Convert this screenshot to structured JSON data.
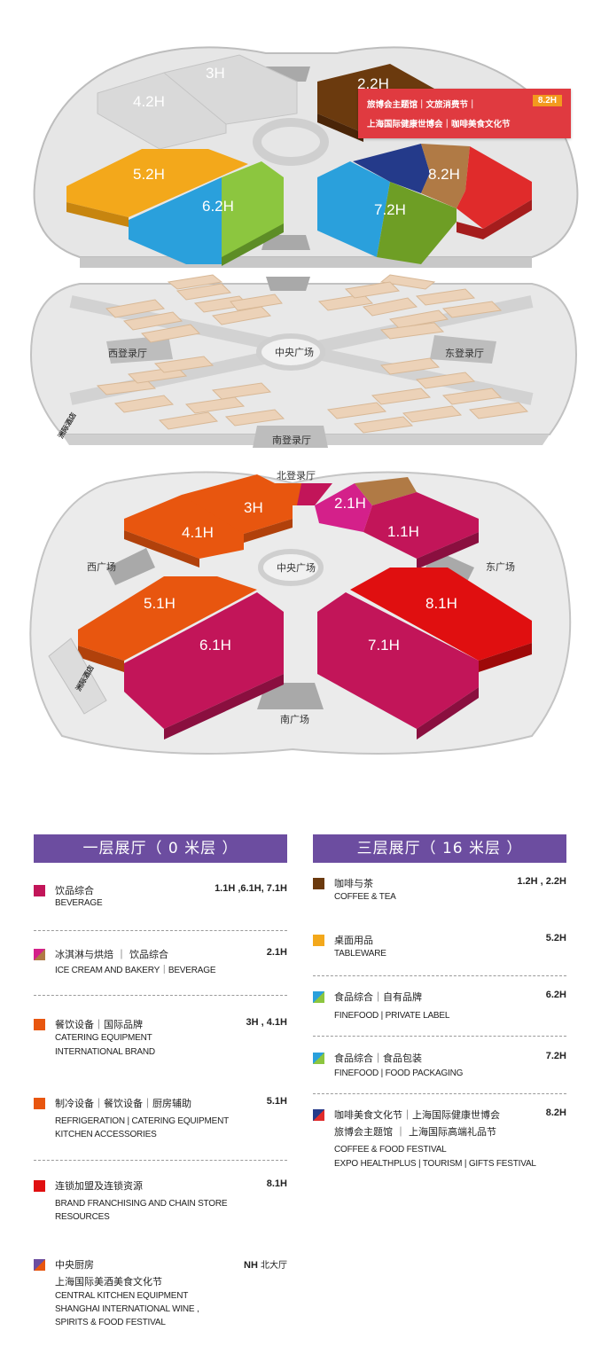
{
  "colors": {
    "gray": "#dcdcdc",
    "gray_dark": "#a9a9a9",
    "beige": "#ecd2b8",
    "brown": "#6b3a0e",
    "tan": "#b07a45",
    "yellow": "#f3a81b",
    "blue": "#2aa0dc",
    "green": "#7aaf2a",
    "navy": "#243a8a",
    "red": "#e02b2b",
    "orange": "#e8560f",
    "magenta": "#c21559",
    "pink": "#d4208a",
    "purple": "#6c4da0",
    "callout_red": "#e03a40",
    "callout_orange": "#f39a1e"
  },
  "map": {
    "upper": {
      "halls": [
        "3H",
        "4.2H",
        "2.2H",
        "5.2H",
        "6.2H",
        "7.2H",
        "8.2H"
      ]
    },
    "middle": {
      "places": [
        "中央广场",
        "西登录厅",
        "东登录厅",
        "南登录厅"
      ],
      "hotel": "洲际酒店"
    },
    "lower": {
      "halls": [
        "3H",
        "4.1H",
        "2.1H",
        "1.1H",
        "5.1H",
        "6.1H",
        "7.1H",
        "8.1H"
      ],
      "places": [
        "北登录厅",
        "中央广场",
        "西广场",
        "东广场",
        "南广场"
      ],
      "hotel": "洲际酒店"
    },
    "callout": {
      "line1": "旅博会主题馆｜文旅消费节｜",
      "line2": "上海国际健康世博会｜咖啡美食文化节",
      "tag": "8.2H"
    }
  },
  "legend": {
    "left_title": "一层展厅（ 0 米层 ）",
    "right_title": "三层展厅（ 16 米层 ）",
    "left_items": [
      {
        "zh": "饮品综合",
        "en": [
          "BEVERAGE"
        ],
        "halls": "1.1H ,6.1H, 7.1H",
        "sub": "",
        "swatch": "magenta"
      },
      {
        "zh": "冰淇淋与烘焙 ｜ 饮品综合",
        "en": [
          "ICE CREAM AND BAKERY｜BEVERAGE"
        ],
        "halls": "2.1H",
        "sub": "",
        "swatch": "pink_tan"
      },
      {
        "zh": "餐饮设备｜国际品牌",
        "en": [
          "CATERING EQUIPMENT",
          "INTERNATIONAL BRAND"
        ],
        "halls": "3H , 4.1H",
        "sub": "",
        "swatch": "orange"
      },
      {
        "zh": "制冷设备｜餐饮设备｜厨房辅助",
        "en": [
          "REFRIGERATION | CATERING EQUIPMENT",
          "KITCHEN ACCESSORIES"
        ],
        "halls": "5.1H",
        "sub": "",
        "swatch": "orange"
      },
      {
        "zh": "连锁加盟及连锁资源",
        "en": [
          "BRAND FRANCHISING AND CHAIN STORE",
          "RESOURCES"
        ],
        "halls": "8.1H",
        "sub": "",
        "swatch": "red"
      },
      {
        "zh": "中央厨房",
        "zh2": "上海国际美酒美食文化节",
        "en": [
          "CENTRAL KITCHEN EQUIPMENT",
          "SHANGHAI INTERNATIONAL WINE ,",
          "SPIRITS & FOOD FESTIVAL"
        ],
        "halls": "NH",
        "sub": "北大厅",
        "swatch": "purple_orange"
      }
    ],
    "right_items": [
      {
        "zh": "咖啡与茶",
        "en": [
          "COFFEE & TEA"
        ],
        "halls": "1.2H , 2.2H",
        "swatch": "brown"
      },
      {
        "zh": "桌面用品",
        "en": [
          "TABLEWARE"
        ],
        "halls": "5.2H",
        "swatch": "yellow"
      },
      {
        "zh": "食品综合｜自有品牌",
        "en": [
          "FINEFOOD | PRIVATE LABEL"
        ],
        "halls": "6.2H",
        "swatch": "blue_green"
      },
      {
        "zh": "食品综合｜食品包装",
        "en": [
          "FINEFOOD | FOOD PACKAGING"
        ],
        "halls": "7.2H",
        "swatch": "blue_green"
      },
      {
        "zh": "咖啡美食文化节｜上海国际健康世博会",
        "zh2": "旅博会主题馆 ｜ 上海国际高端礼品节",
        "en": [
          "COFFEE & FOOD FESTIVAL",
          "EXPO HEALTHPLUS | TOURISM  |  GIFTS FESTIVAL"
        ],
        "halls": "8.2H",
        "swatch": "navy_red"
      }
    ]
  }
}
